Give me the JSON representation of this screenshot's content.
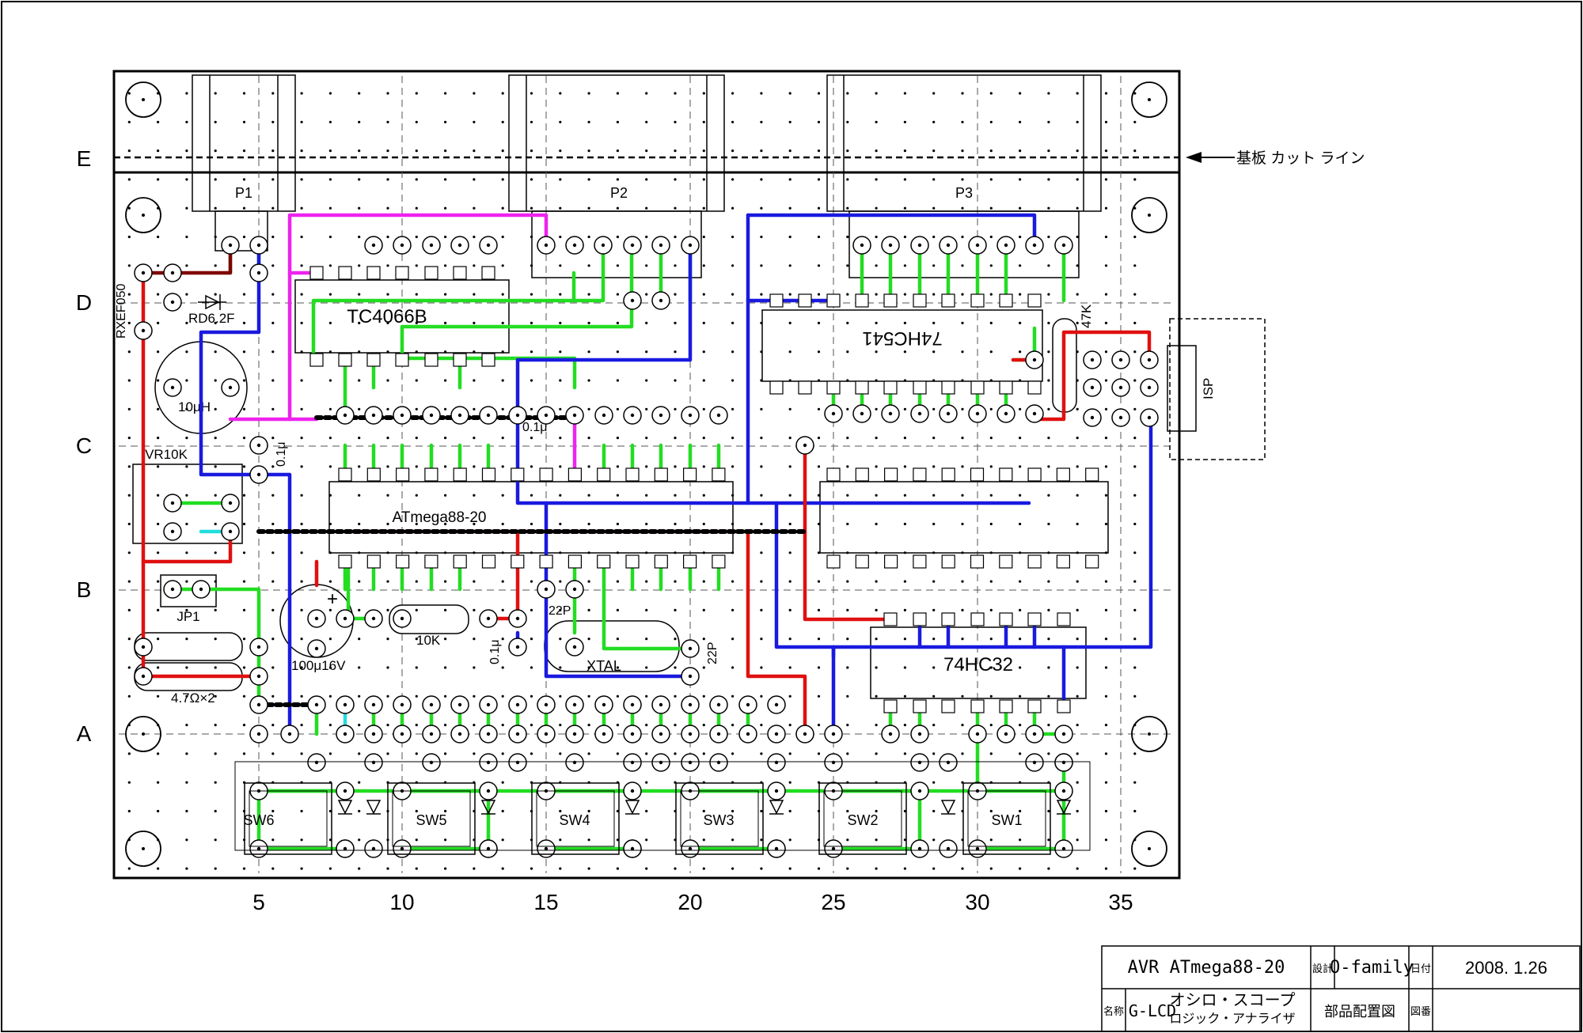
{
  "board": {
    "row_labels": [
      "E",
      "D",
      "C",
      "B",
      "A"
    ],
    "col_labels": [
      "5",
      "10",
      "15",
      "20",
      "25",
      "30",
      "35"
    ],
    "cut_line_note": "基板 カット ライン",
    "connectors": [
      "P1",
      "P2",
      "P3"
    ]
  },
  "components": {
    "tc4066": "TC4066B",
    "hc541": "74HC541",
    "atmega": "ATmega88-20",
    "hc32": "74HC32",
    "xtal": "XTAL",
    "vr": "VR10K",
    "jp": "JP1",
    "rxe": "RXEF050",
    "zener": "RD6.2F",
    "inductor": "10μH",
    "cap100": "100μ16V",
    "res10k": "10K",
    "res47k": "47K",
    "res47": "4.7Ω×2",
    "cap01a": "0.1μ",
    "cap01b": "0.1μ",
    "cap01c": "0.1μ",
    "c22a": "22P",
    "c22b": "22P",
    "isp": "ISP"
  },
  "switches": [
    "SW6",
    "SW5",
    "SW4",
    "SW3",
    "SW2",
    "SW1"
  ],
  "title_block": {
    "project": "AVR ATmega88-20",
    "design_label": "設計",
    "designer": "O-family",
    "date_label": "日付",
    "date": "2008. 1.26",
    "name_label": "名称",
    "name_main": "G-LCD",
    "name_line1": "オシロ・スコープ",
    "name_line2": "ロジック・アナライザ",
    "drawing_title": "部品配置図",
    "drawing_no_label": "図番",
    "drawing_no": ""
  },
  "colors": {
    "green": "#22dd22",
    "blue": "#1a1adf",
    "red": "#e01010",
    "magenta": "#ee22ee",
    "darkred": "#800000",
    "cyan": "#22dddd",
    "black": "#000000"
  }
}
